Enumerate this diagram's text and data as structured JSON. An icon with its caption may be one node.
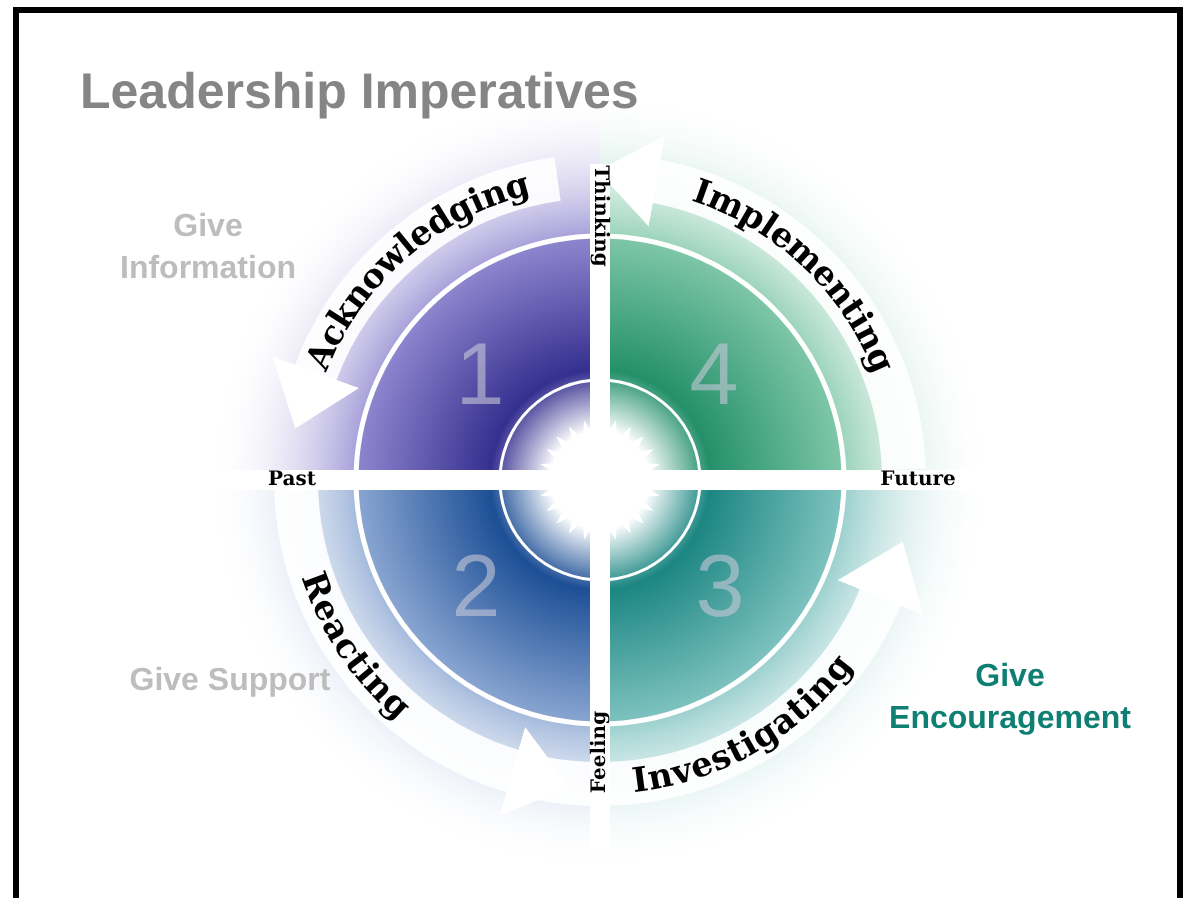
{
  "diagram": {
    "title": "Leadership Imperatives",
    "labels": [
      "Give Information",
      "Acknowledging",
      "Thinking",
      "Implementing",
      "1",
      "4",
      "Past",
      "Future",
      "2",
      "3",
      "Reacting",
      "Give Support",
      "Feeling",
      "Investigating",
      "Give Encouragement"
    ]
  }
}
